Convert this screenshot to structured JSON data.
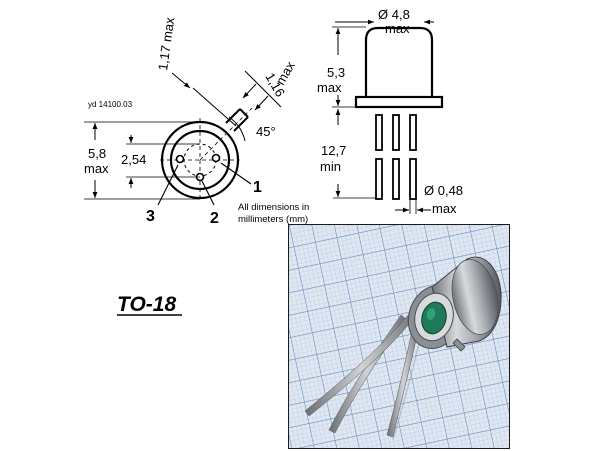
{
  "diagram": {
    "drawing_id": "yd 14100.03",
    "bottom_view": {
      "dim_tab_width": "1,17 max",
      "dim_tab_length_value": "1,16",
      "dim_tab_length_unit": "max",
      "tab_angle": "45°",
      "dim_body_value": "5,8",
      "dim_body_unit": "max",
      "dim_pin_circle": "2,54",
      "pin_labels": [
        "1",
        "2",
        "3"
      ]
    },
    "side_view": {
      "dim_diameter_value": "Ø 4,8",
      "dim_diameter_unit": "max",
      "dim_height_value": "5,3",
      "dim_height_unit": "max",
      "dim_lead_length_value": "12,7",
      "dim_lead_length_unit": "min",
      "dim_lead_diameter_value": "Ø 0,48",
      "dim_lead_diameter_unit": "max"
    },
    "units_note_line1": "All dimensions in",
    "units_note_line2": "millimeters (mm)",
    "package_name": "TO-18"
  },
  "colors": {
    "line": "#000000",
    "grid_paper": "#dde5f0",
    "grid_line": "#7f9cc6",
    "metal_can": "#a9aeb3",
    "chip_green": "#1e7a58"
  }
}
